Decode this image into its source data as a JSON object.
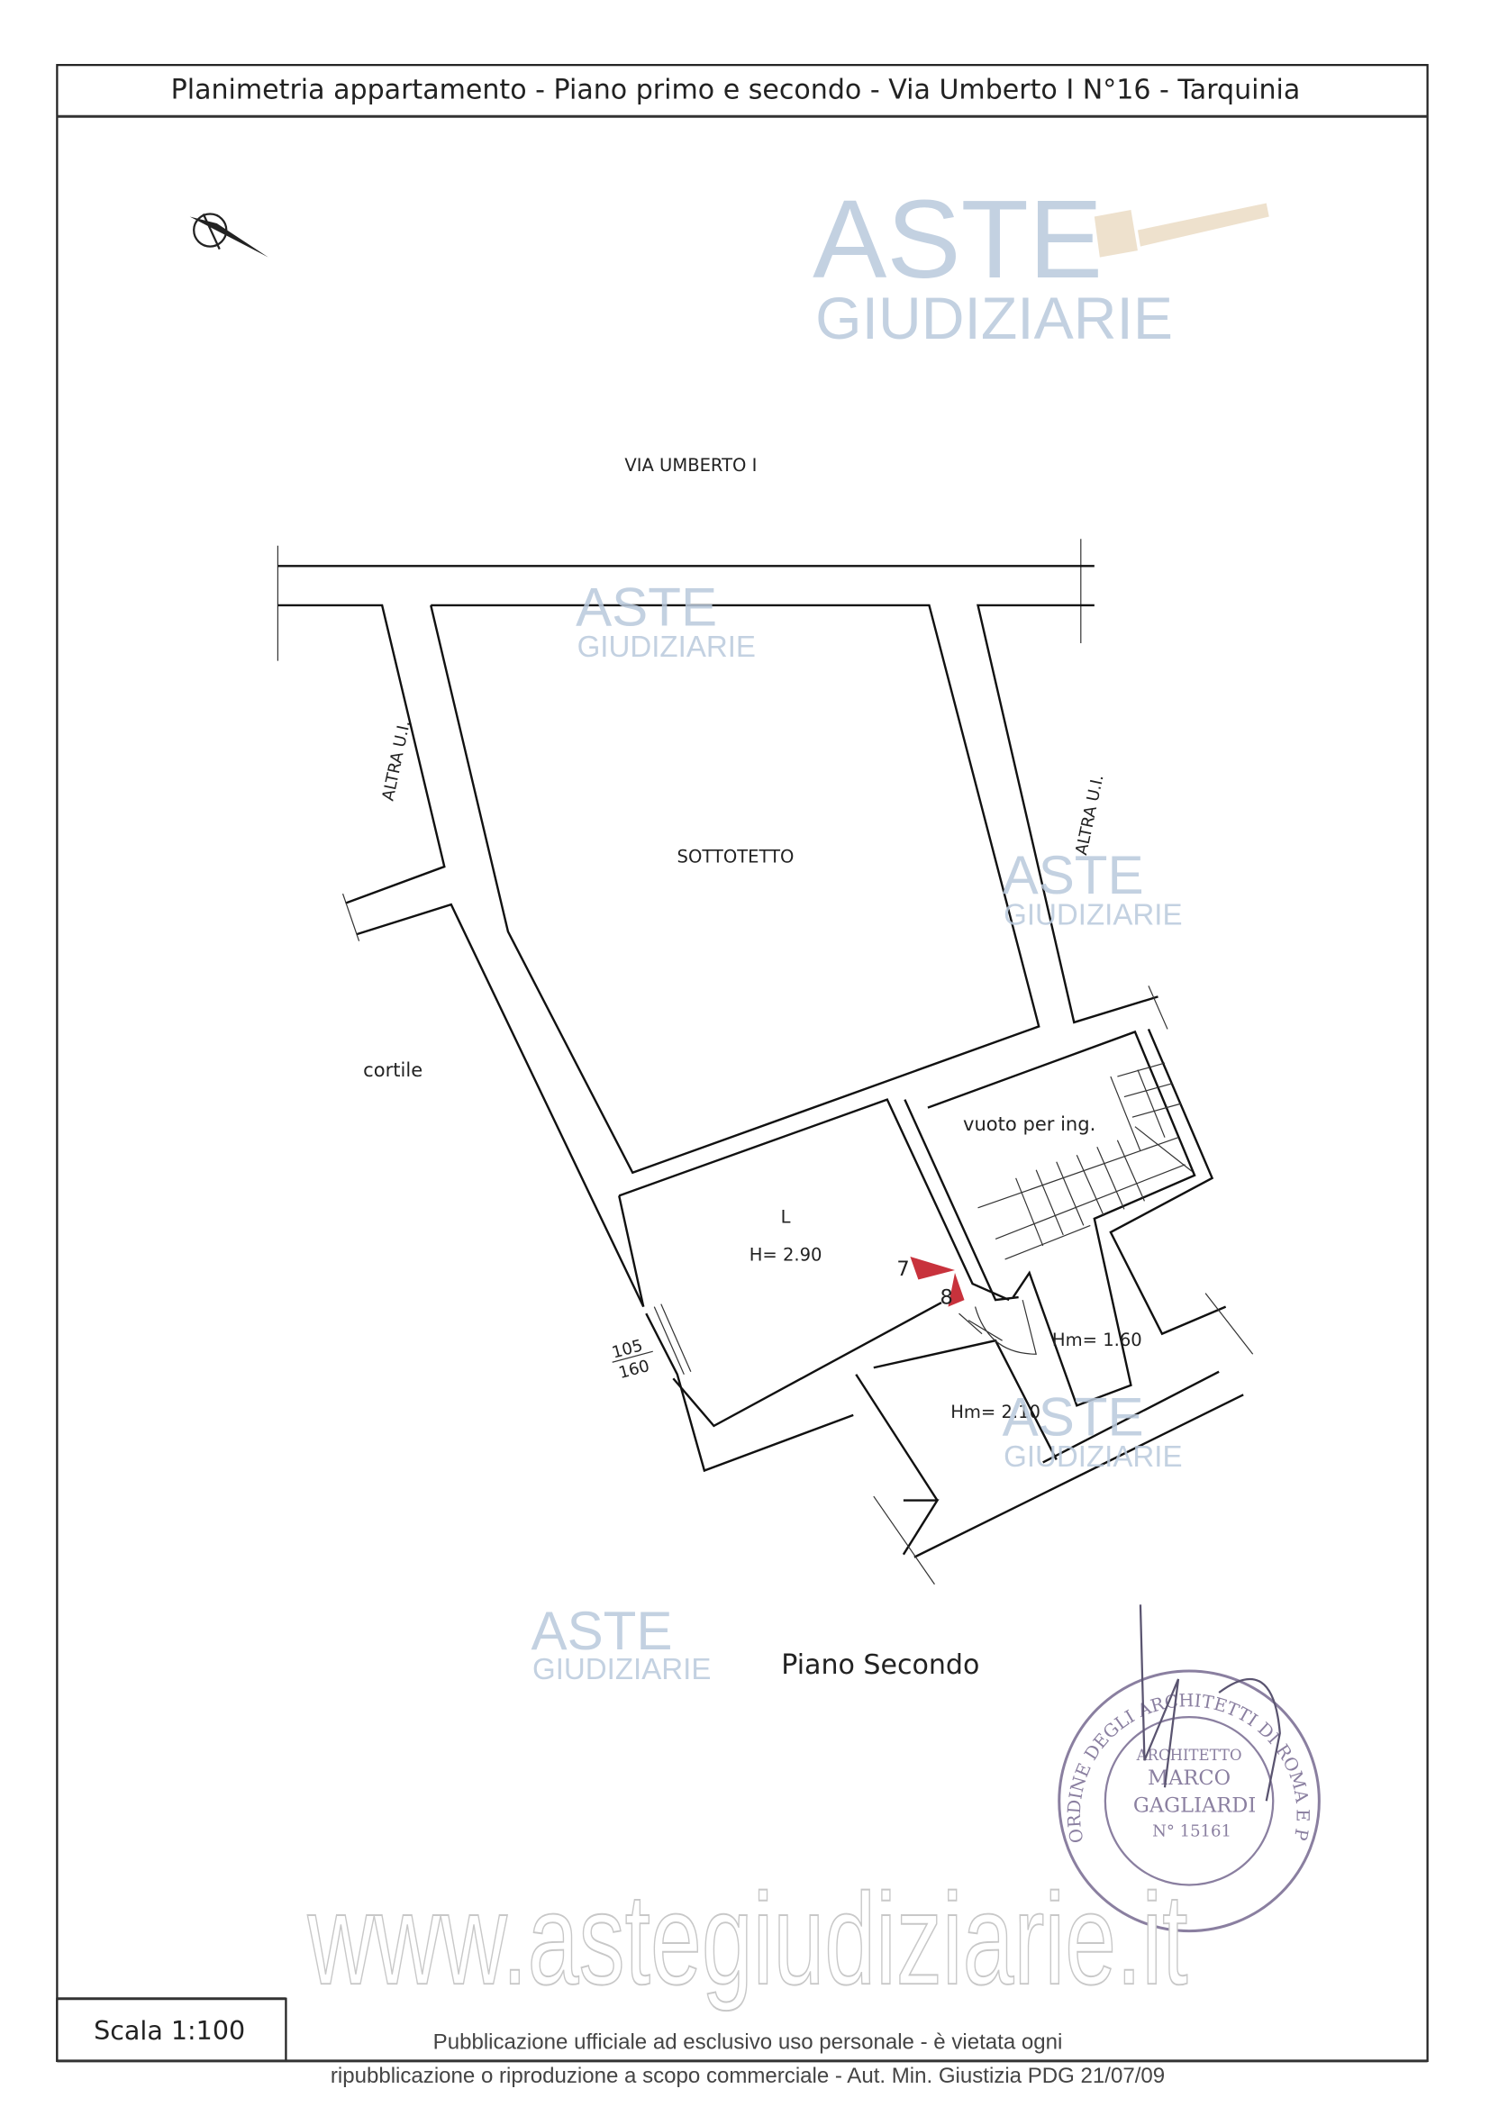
{
  "header": {
    "title": "Planimetria appartamento   - Piano primo e secondo  -  Via Umberto I  N°16  - Tarquinia"
  },
  "plan": {
    "street": "VIA UMBERTO I",
    "rooms": {
      "sottotetto": "SOTTOTETTO",
      "cortile": "cortile",
      "altra_left": "ALTRA U.I.",
      "altra_right": "ALTRA U.I.",
      "vuoto": "vuoto per ing.",
      "living": "L",
      "living_height": "H= 2.90",
      "room_hm160": "Hm= 1.60",
      "room_hm210": "Hm= 2.10",
      "window_top": "105",
      "window_bottom": "160",
      "view_7": "7",
      "view_8": "8"
    },
    "floor_label": "Piano Secondo",
    "arrow_color": "#c8323c"
  },
  "watermark": {
    "line1": "ASTE",
    "line2": "GIUDIZIARIE",
    "url": "www.astegiudiziarie.it",
    "color": "#b9c9dc"
  },
  "stamp": {
    "outer": "ORDINE DEGLI ARCHITETTI DI ROMA E PROVINCIA",
    "l1": "ARCHITETTO",
    "l2": "MARCO",
    "l3": "GAGLIARDI",
    "l4": "N° 15161"
  },
  "footer": {
    "scale": "Scala 1:100",
    "line1": "Pubblicazione ufficiale ad esclusivo uso personale - è vietata ogni",
    "line2": "ripubblicazione o riproduzione a scopo commerciale - Aut. Min. Giustizia PDG 21/07/09"
  },
  "compass_icon": "north-arrow-icon"
}
